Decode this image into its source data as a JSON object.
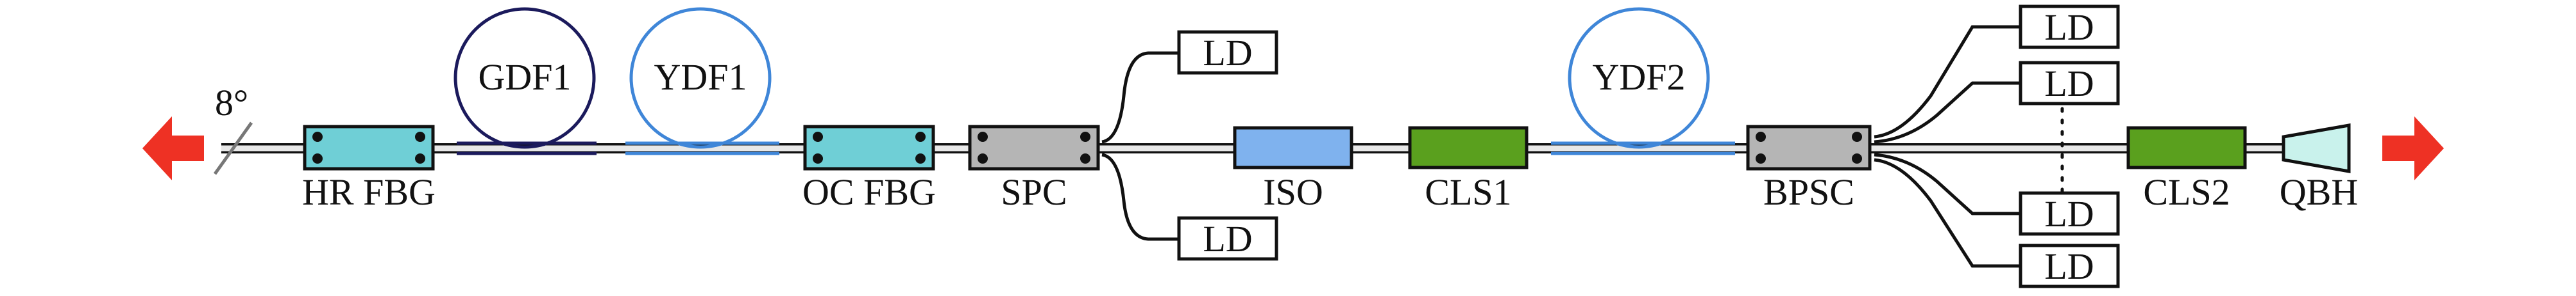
{
  "diagram": {
    "angle_label": "8°",
    "components": {
      "hr_fbg": "HR FBG",
      "gdf1": "GDF1",
      "ydf1": "YDF1",
      "oc_fbg": "OC FBG",
      "spc": "SPC",
      "iso": "ISO",
      "cls1": "CLS1",
      "ydf2": "YDF2",
      "bpsc": "BPSC",
      "cls2": "CLS2",
      "qbh": "QBH"
    },
    "pump_diodes": {
      "spc_top": "LD",
      "spc_bottom": "LD",
      "bpsc_1": "LD",
      "bpsc_2": "LD",
      "bpsc_3": "LD",
      "bpsc_4": "LD"
    },
    "colors": {
      "output_arrow": "#ee3124",
      "fbg_fill": "#6fcfd6",
      "combiner_fill": "#b5b5b5",
      "iso_fill": "#7fb2ee",
      "cls_fill": "#5aa01e",
      "ydf_coil": "#3f86d8",
      "gdf_coil": "#1b1a5c",
      "qbh_fill": "#c9f2ec"
    }
  }
}
